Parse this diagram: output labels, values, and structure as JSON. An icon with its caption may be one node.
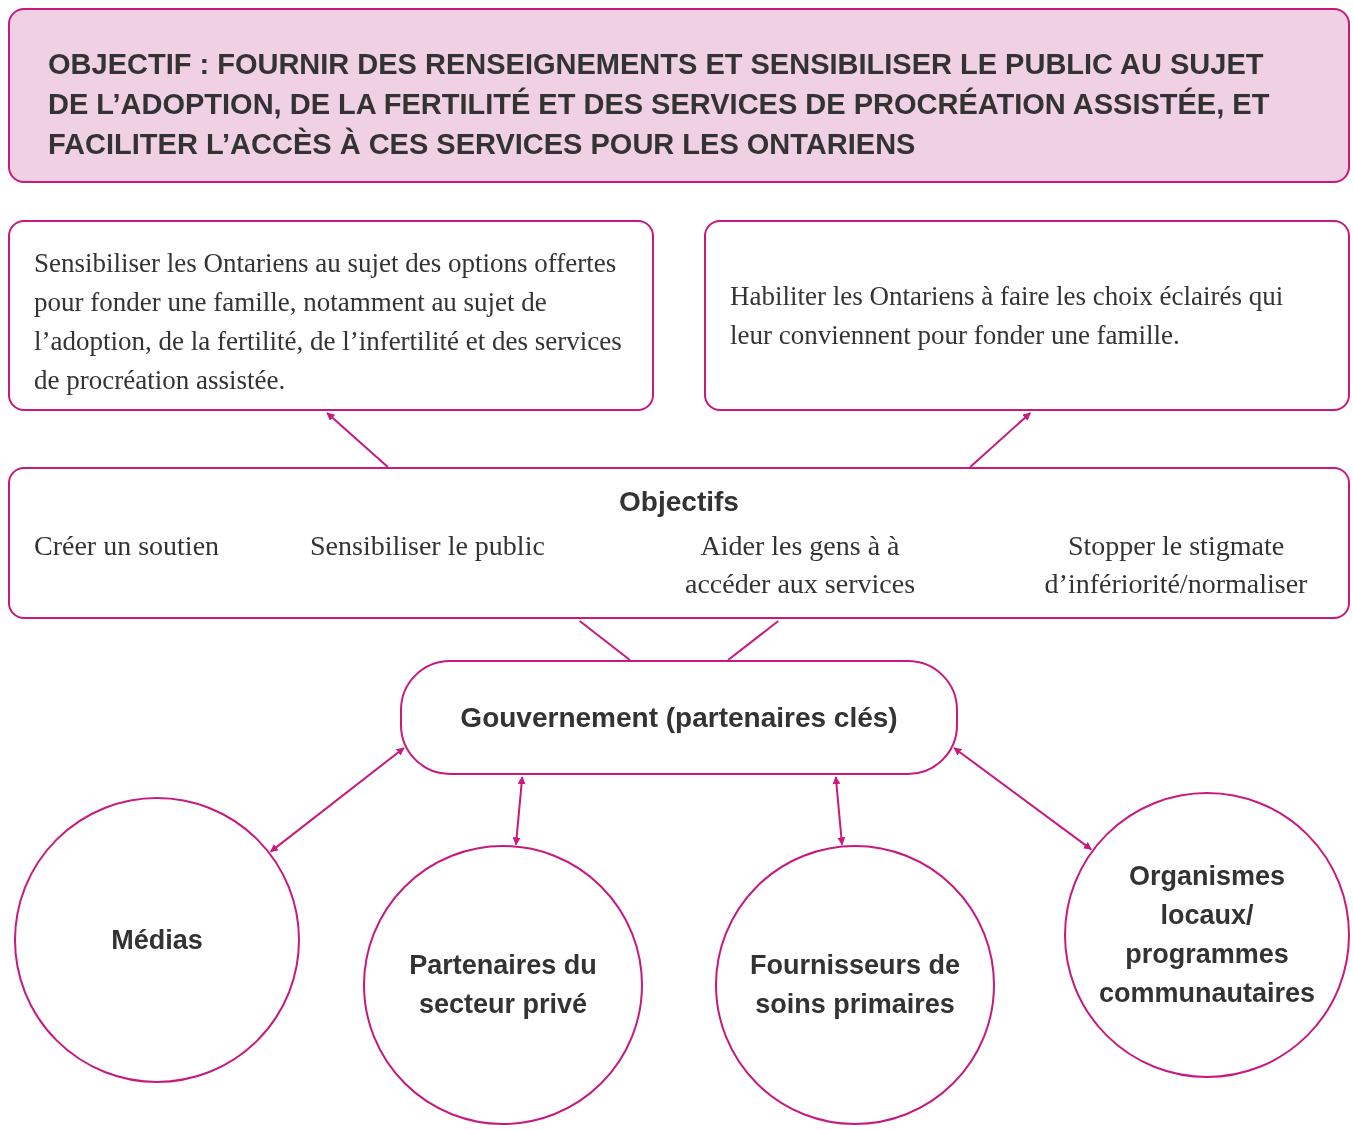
{
  "diagram": {
    "nodes": [
      {
        "text": [
          "OBJECTIF : FOURNIR DES RENSEIGNEMENTS ET SENSIBILISER LE PUBLIC AU SUJET DE L’ADOPTION, DE LA FERTILITÉ ET DES SERVICES DE PROCRÉATION ASSISTÉE, ET FACILITER L’ACCÈS À CES SERVICES POUR LES ONTARIENS"
        ]
      },
      {
        "text": [
          "Sensibiliser les Ontariens au sujet des options offertes pour fonder une famille, notamment au sujet de l’adoption, de la fertilité, de l’infertilité et des services de procréation assistée."
        ]
      },
      {
        "text": [
          "Habiliter les Ontariens à faire les choix éclairés qui leur conviennent pour fonder une famille."
        ]
      },
      {
        "text": [
          "Objectifs",
          "Créer un soutien",
          "Sensibiliser le public",
          "Aider les gens à à accéder aux services",
          "Stopper le stigmate d’infériorité/normaliser"
        ]
      },
      {
        "text": [
          "Gouvernement (partenaires clés)"
        ]
      },
      {
        "text": [
          "Médias"
        ]
      },
      {
        "text": [
          "Partenaires du secteur privé"
        ]
      },
      {
        "text": [
          "Fournisseurs de soins primaires"
        ]
      },
      {
        "text": [
          "Organismes locaux/ programmes communautaires"
        ]
      }
    ],
    "edges": [
      {
        "from": 3,
        "to": 1,
        "arrow": "to"
      },
      {
        "from": 3,
        "to": 2,
        "arrow": "to"
      },
      {
        "from": 3,
        "to": 4,
        "arrow": "none"
      },
      {
        "from": 3,
        "to": 4,
        "arrow": "none"
      },
      {
        "from": 4,
        "to": 5,
        "arrow": "both"
      },
      {
        "from": 4,
        "to": 6,
        "arrow": "both"
      },
      {
        "from": 4,
        "to": 7,
        "arrow": "both"
      },
      {
        "from": 4,
        "to": 8,
        "arrow": "both"
      }
    ]
  }
}
